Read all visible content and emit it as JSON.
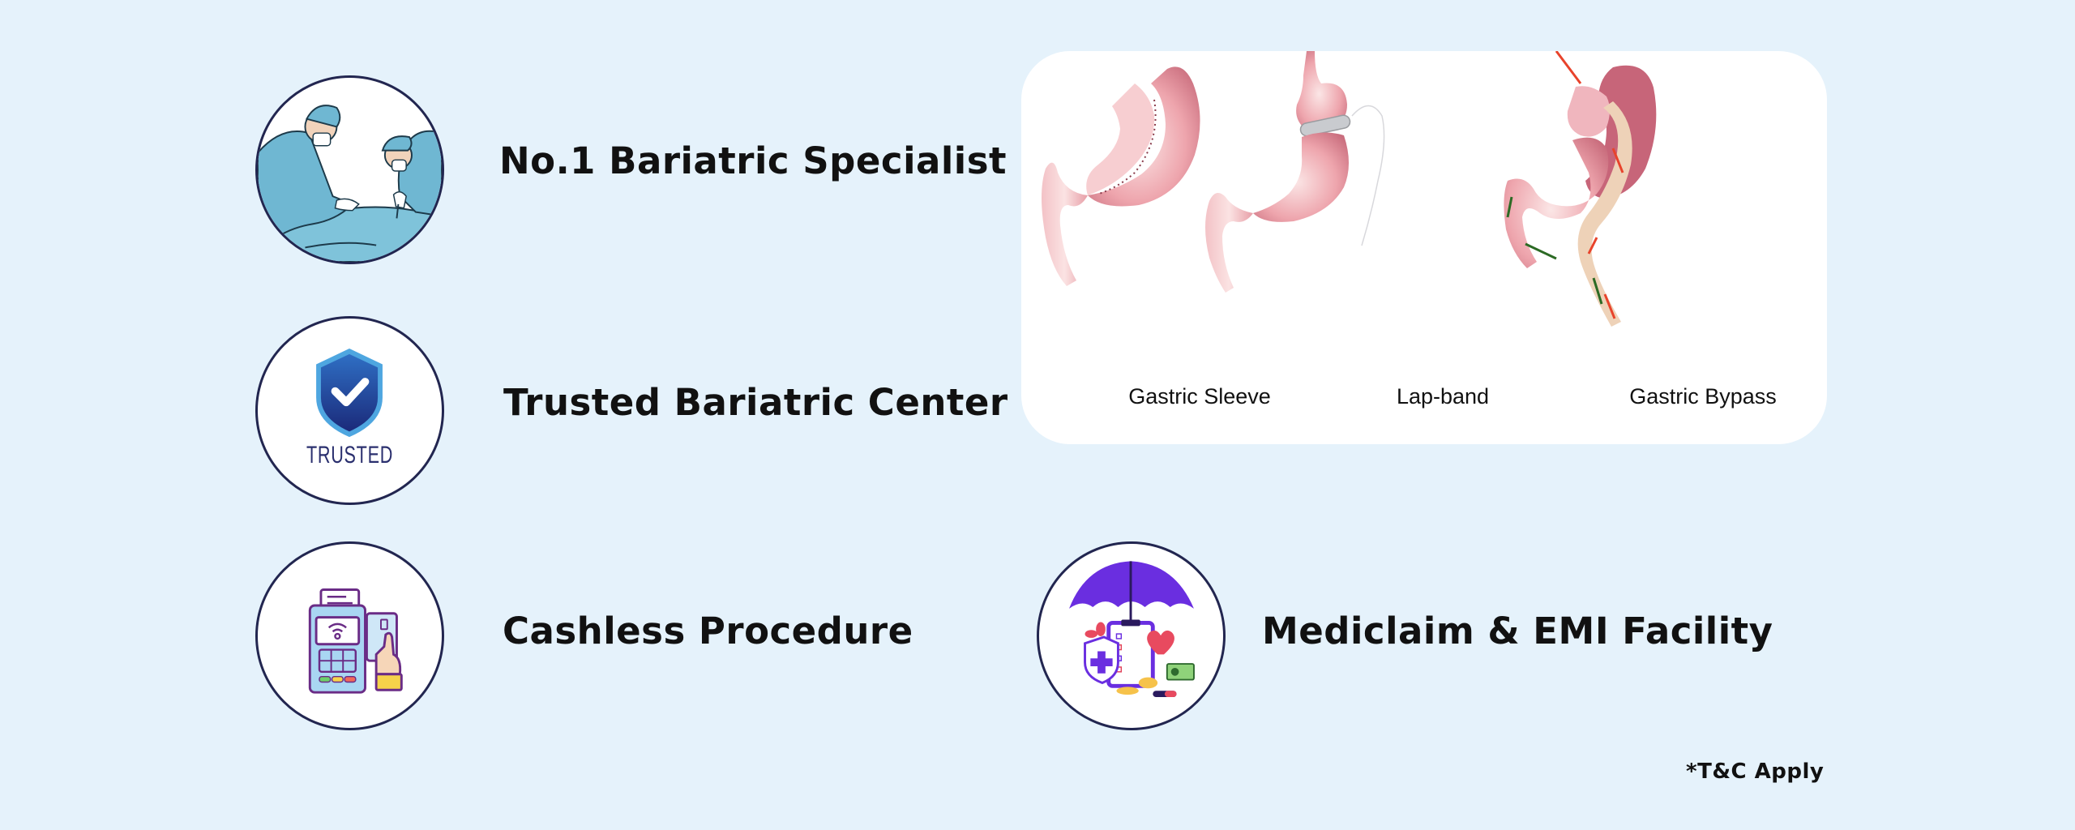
{
  "colors": {
    "background": "#e5f2fb",
    "circle_border": "#222650",
    "text": "#111111",
    "card_bg": "#ffffff"
  },
  "features": [
    {
      "label": "No.1 Bariatric Specialist",
      "icon": "surgeons-illustration-icon"
    },
    {
      "label": "Trusted Bariatric Center",
      "icon": "trusted-shield-icon",
      "badge_text": "TRUSTED"
    },
    {
      "label": "Cashless Procedure",
      "icon": "card-payment-terminal-icon"
    },
    {
      "label": "Mediclaim & EMI Facility",
      "icon": "insurance-umbrella-icon"
    }
  ],
  "procedures_card": {
    "procedures": [
      {
        "label": "Gastric Sleeve",
        "icon": "gastric-sleeve-stomach-icon"
      },
      {
        "label": "Lap-band",
        "icon": "lap-band-stomach-icon"
      },
      {
        "label": "Gastric Bypass",
        "icon": "gastric-bypass-stomach-icon"
      }
    ]
  },
  "footnote": "*T&C Apply"
}
